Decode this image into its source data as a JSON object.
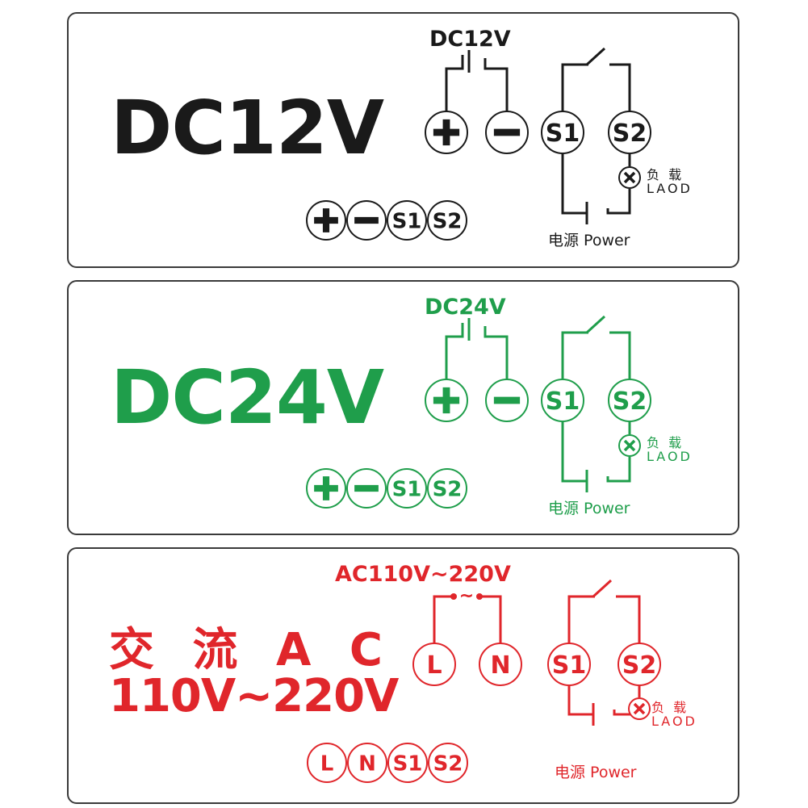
{
  "panels": [
    {
      "title": "DC12V",
      "supply_label": "DC12V",
      "terminals": [
        "+",
        "−",
        "S1",
        "S2"
      ],
      "bottom_terminals": [
        "+",
        "−",
        "S1",
        "S2"
      ],
      "load_cn": "负 载",
      "load_en": "LAOD",
      "power_label": "电源 Power",
      "color": "#1a1a1a"
    },
    {
      "title": "DC24V",
      "supply_label": "DC24V",
      "terminals": [
        "+",
        "−",
        "S1",
        "S2"
      ],
      "bottom_terminals": [
        "+",
        "−",
        "S1",
        "S2"
      ],
      "load_cn": "负 载",
      "load_en": "LAOD",
      "power_label": "电源 Power",
      "color": "#1f9e4b"
    },
    {
      "title_line1": "交 流 A C",
      "title_line2": "110V~220V",
      "supply_label": "AC110V~220V",
      "supply_symbol": "~",
      "terminals": [
        "L",
        "N",
        "S1",
        "S2"
      ],
      "bottom_terminals": [
        "L",
        "N",
        "S1",
        "S2"
      ],
      "load_cn": "负 载",
      "load_en": "LAOD",
      "power_label": "电源 Power",
      "color": "#e0262b"
    }
  ]
}
